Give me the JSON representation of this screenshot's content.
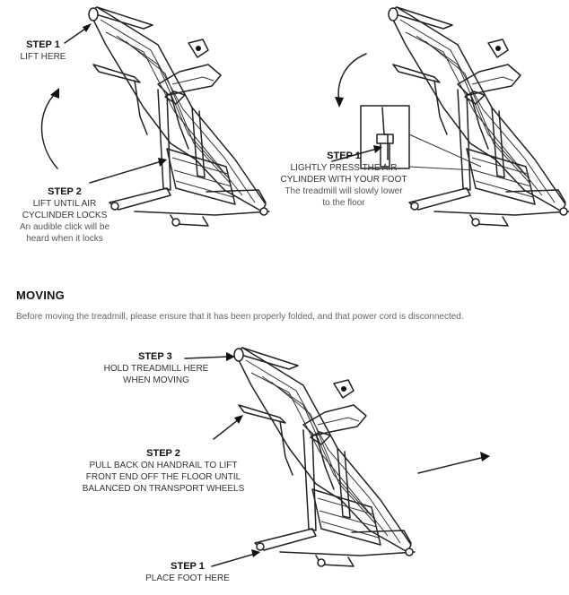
{
  "fold": {
    "step1_title": "STEP 1",
    "step1_text": "LIFT HERE",
    "step2_title": "STEP 2",
    "step2_line1": "LIFT UNTIL AIR",
    "step2_line2": "CYCLINDER LOCKS",
    "step2_note1": "An audible click will be",
    "step2_note2": "heard when it locks"
  },
  "lower": {
    "step1_title": "STEP 1",
    "step1_line1": "LIGHTLY PRESS THE AIR",
    "step1_line2": "CYLINDER WITH YOUR FOOT",
    "step1_note1": "The treadmill will slowly lower",
    "step1_note2": "to the floor"
  },
  "moving": {
    "heading": "MOVING",
    "intro": "Before moving the treadmill, please ensure that it has been properly folded, and that power cord is disconnected.",
    "step3_title": "STEP 3",
    "step3_line1": "HOLD TREADMILL HERE",
    "step3_line2": "WHEN MOVING",
    "step2_title": "STEP 2",
    "step2_line1": "PULL BACK ON HANDRAIL TO LIFT",
    "step2_line2": "FRONT END OFF THE FLOOR UNTIL",
    "step2_line3": "BALANCED ON TRANSPORT WHEELS",
    "step1_title": "STEP 1",
    "step1_text": "PLACE FOOT HERE"
  }
}
